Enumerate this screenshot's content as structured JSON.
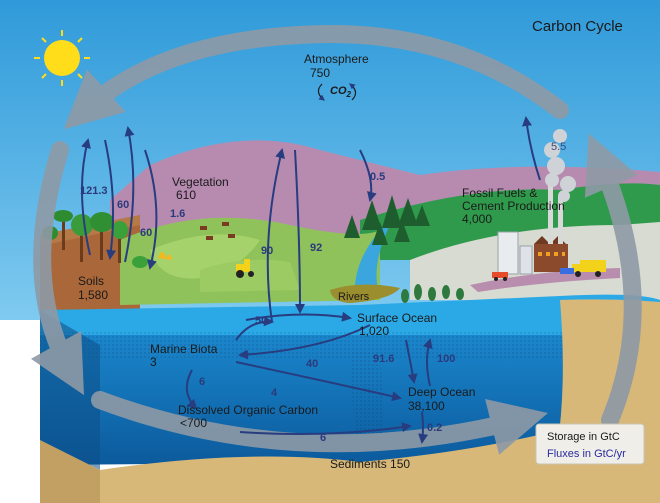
{
  "title": "Carbon Cycle",
  "storage": {
    "atmosphere": {
      "label": "Atmosphere",
      "value": "750"
    },
    "co2": "CO",
    "co2_sub": "2",
    "vegetation": {
      "label": "Vegetation",
      "value": "610"
    },
    "soils": {
      "label": "Soils",
      "value": "1,580"
    },
    "fossil": {
      "label_line1": "Fossil Fuels &",
      "label_line2": "Cement Production",
      "value": "4,000"
    },
    "rivers": {
      "label": "Rivers"
    },
    "surface_ocean": {
      "label": "Surface Ocean",
      "value": "1,020"
    },
    "marine_biota": {
      "label": "Marine Biota",
      "value": "3"
    },
    "doc": {
      "label": "Dissolved Organic Carbon",
      "value": "<700"
    },
    "deep_ocean": {
      "label": "Deep Ocean",
      "value": "38,100"
    },
    "sediments": {
      "label": "Sediments 150"
    }
  },
  "fluxes": {
    "f_121": "121.3",
    "f_60a": "60",
    "f_60b": "60",
    "f_16": "1.6",
    "f_90": "90",
    "f_92": "92",
    "f_05": "0.5",
    "f_55": "5.5",
    "f_50": "50",
    "f_40": "40",
    "f_916": "91.6",
    "f_100": "100",
    "f_6a": "6",
    "f_4": "4",
    "f_6b": "6",
    "f_02": "0.2"
  },
  "legend": {
    "storage": "Storage in GtC",
    "fluxes": "Fluxes in GtC/yr",
    "storage_color": "#1a1a1a",
    "fluxes_color": "#2a2aa0"
  },
  "colors": {
    "sky": "#3aa6dd",
    "mountains": "#b78bb0",
    "land": "#8fc25a",
    "ocean_surface": "#2aa9e6",
    "deep_ocean": "#0f69b1",
    "sediment": "#d8b879",
    "cycle_arrow": "#8e9aa6",
    "flux_arrow": "#283c80",
    "sun": "#ffdd1a"
  },
  "icons": [
    "sun-icon",
    "tree-icon",
    "tractor-icon",
    "factory-icon",
    "truck-icon",
    "car-icon",
    "smoke-icon",
    "fire-icon",
    "cattle-icon"
  ]
}
